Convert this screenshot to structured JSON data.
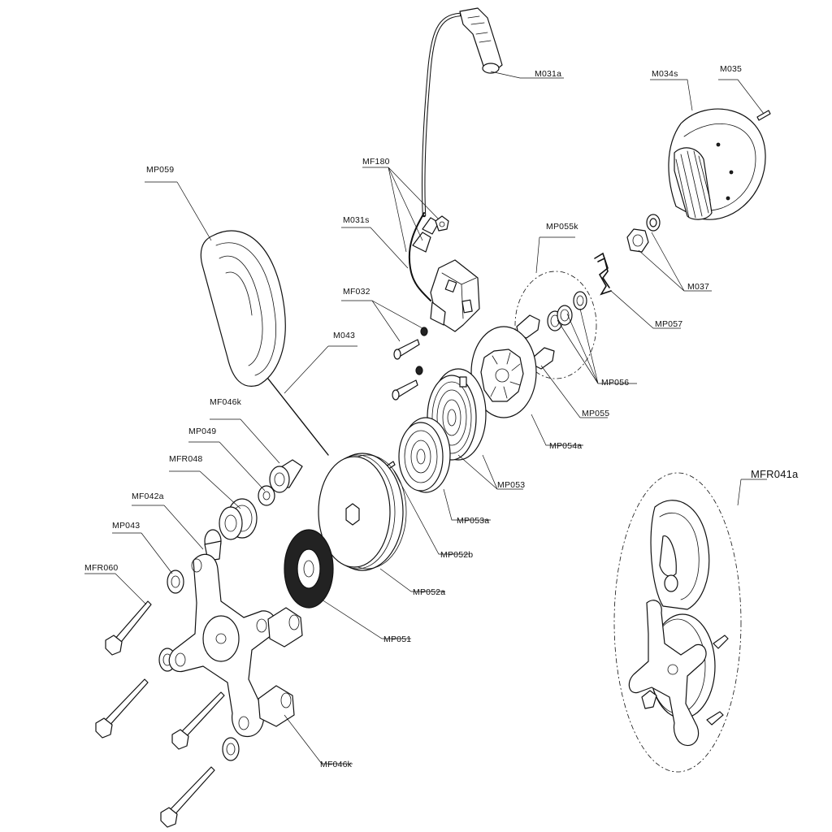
{
  "labels": {
    "M031a": "M031a",
    "M034s": "M034s",
    "M035": "M035",
    "MF180": "MF180",
    "MP059": "MP059",
    "M031s": "M031s",
    "MP055k": "MP055k",
    "MF032": "MF032",
    "M037": "M037",
    "M043": "M043",
    "MP057": "MP057",
    "MF046k_top": "MF046k",
    "MP056": "MP056",
    "MP049": "MP049",
    "MP055": "MP055",
    "MFR048": "MFR048",
    "MP054a": "MP054a",
    "MF042a": "MF042a",
    "MP053": "MP053",
    "MFR041a": "MFR041a",
    "MP043": "MP043",
    "MP053a": "MP053a",
    "MFR060": "MFR060",
    "MP052b": "MP052b",
    "MP052a": "MP052a",
    "MP051": "MP051",
    "MF046k_bottom": "MF046k"
  }
}
